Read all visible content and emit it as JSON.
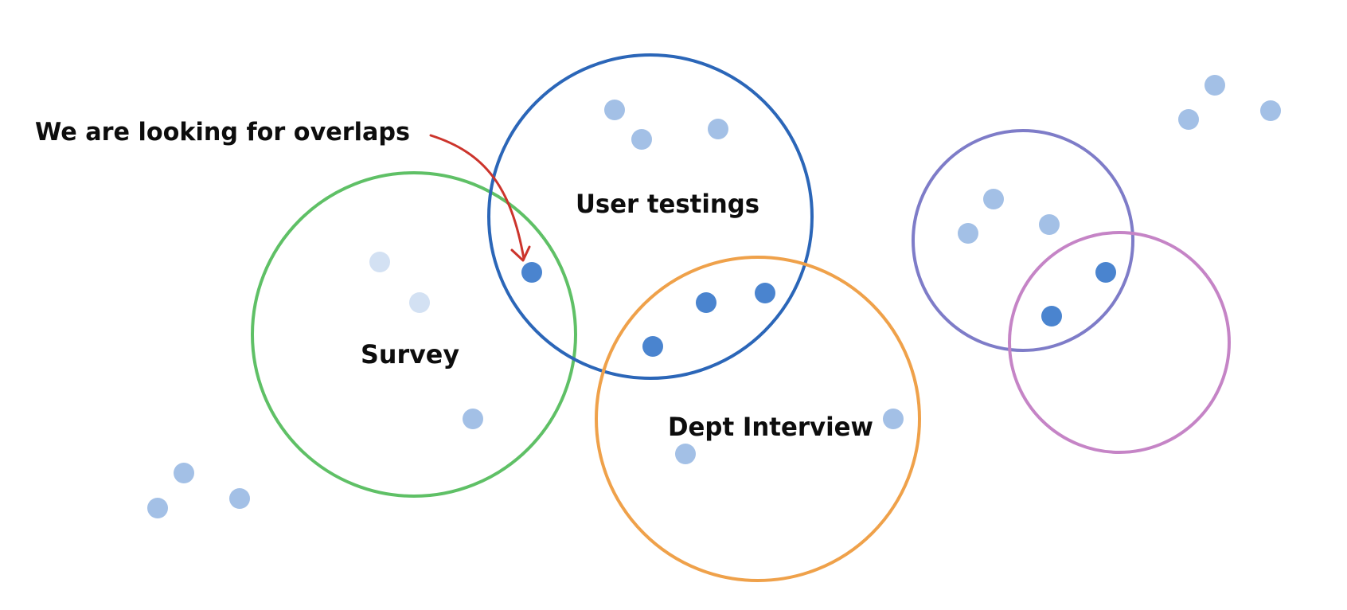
{
  "annotation": {
    "text": "We are looking for overlaps",
    "arrow_color": "#cc342c"
  },
  "colors": {
    "dot_light": "#a3c0e6",
    "dot_faint": "#d3e1f3",
    "dot_dark": "#4a84cf"
  },
  "circles": [
    {
      "id": "survey",
      "label": "Survey",
      "color": "#5fc066"
    },
    {
      "id": "user-testings",
      "label": "User testings",
      "color": "#2b66b8"
    },
    {
      "id": "dept-interview",
      "label": "Dept Interview",
      "color": "#efa14a"
    },
    {
      "id": "purple-group",
      "label": "",
      "color": "#7e7cc8"
    },
    {
      "id": "pink-group",
      "label": "",
      "color": "#c584c6"
    }
  ]
}
